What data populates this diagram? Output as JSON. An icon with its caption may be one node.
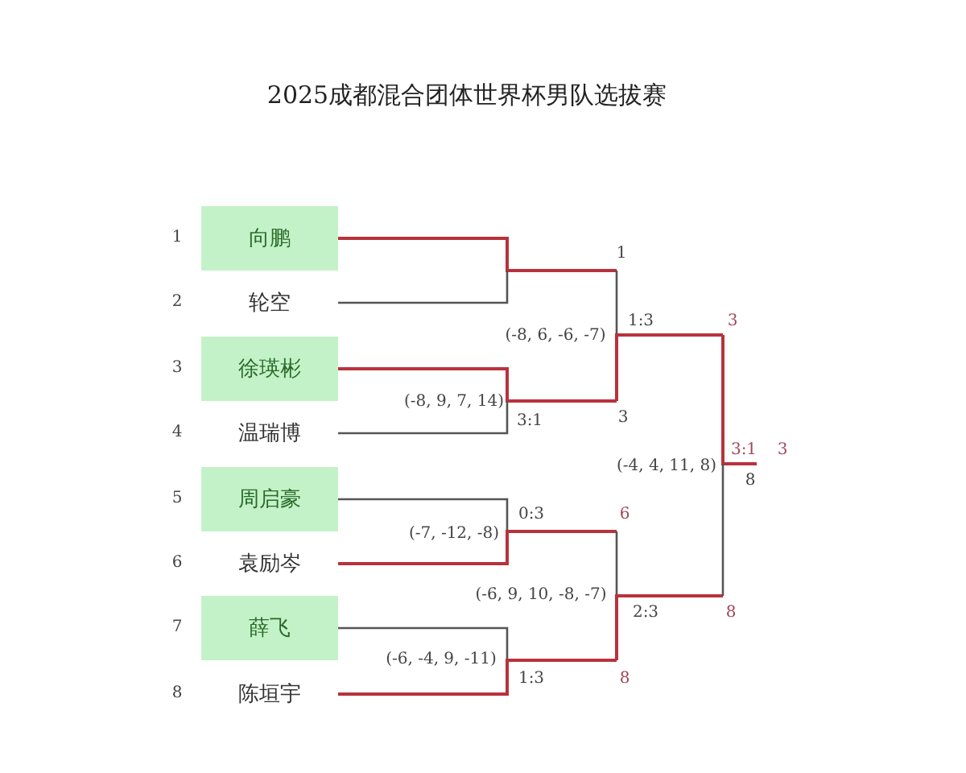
{
  "diagram": {
    "title": "2025成都混合团体世界杯男队选拔赛",
    "nodes": [
      {
        "text": [
          "向鹏"
        ]
      },
      {
        "text": [
          "轮空"
        ]
      },
      {
        "text": [
          "徐瑛彬"
        ]
      },
      {
        "text": [
          "温瑞博"
        ]
      },
      {
        "text": [
          "周启豪"
        ]
      },
      {
        "text": [
          "袁励岑"
        ]
      },
      {
        "text": [
          "薛飞"
        ]
      },
      {
        "text": [
          "陈垣宇"
        ]
      }
    ],
    "labels": [
      "1",
      "2",
      "3",
      "4",
      "5",
      "6",
      "7",
      "8",
      "1",
      "1:3",
      "3",
      "(-8, 6, -6, -7)",
      "(-8, 9, 7, 14)",
      "3:1",
      "3",
      "3:1",
      "3",
      "(-4, 4, 11, 8)",
      "8",
      "0:3",
      "6",
      "(-7, -12, -8)",
      "(-6, 9, 10, -8, -7)",
      "2:3",
      "8",
      "(-6, -4, 9, -11)",
      "1:3",
      "8"
    ]
  }
}
